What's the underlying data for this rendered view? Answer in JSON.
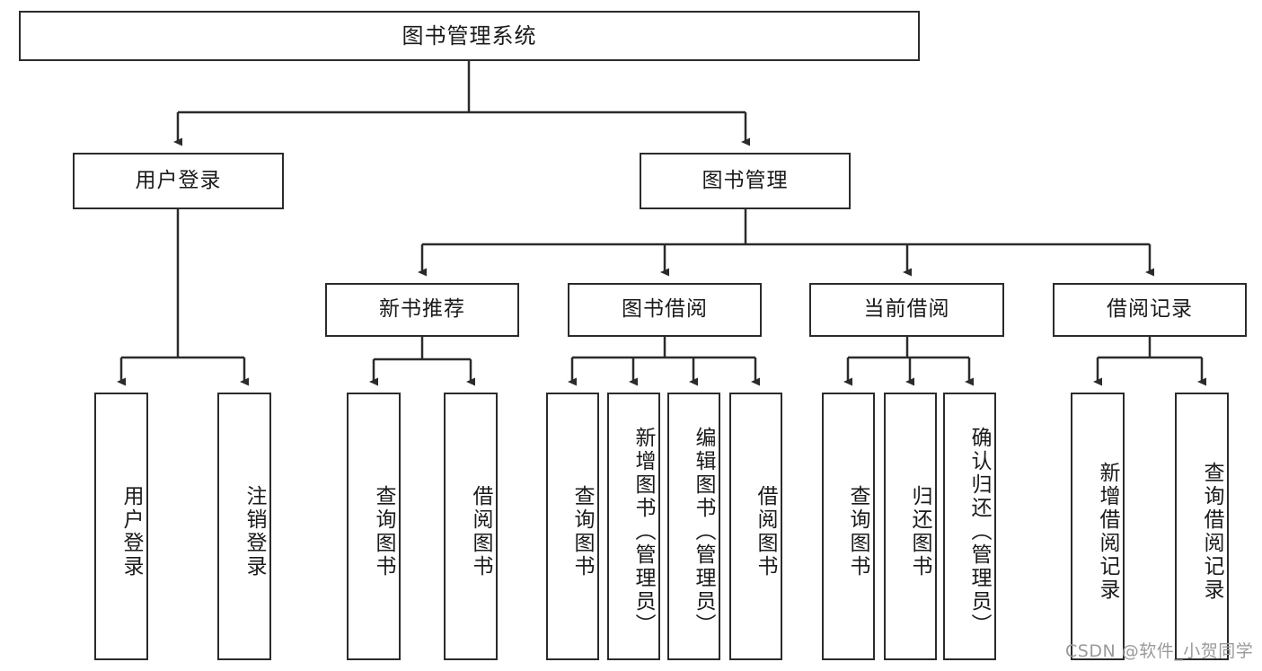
{
  "diagram": {
    "title": "图书管理系统",
    "type": "tree-hierarchy",
    "root": {
      "id": "root",
      "label": "图书管理系统"
    },
    "level1": [
      {
        "id": "user-login",
        "label": "用户登录"
      },
      {
        "id": "book-management",
        "label": "图书管理"
      }
    ],
    "level2": [
      {
        "id": "new-book-recommend",
        "label": "新书推荐",
        "parent": "book-management"
      },
      {
        "id": "book-borrow",
        "label": "图书借阅",
        "parent": "book-management"
      },
      {
        "id": "current-borrow",
        "label": "当前借阅",
        "parent": "book-management"
      },
      {
        "id": "borrow-record",
        "label": "借阅记录",
        "parent": "book-management"
      }
    ],
    "leaves": {
      "user_login": [
        {
          "id": "leaf-user-login",
          "label": "用户登录"
        },
        {
          "id": "leaf-logout-login",
          "label": "注销登录"
        }
      ],
      "new_book_recommend": [
        {
          "id": "leaf-query-book-1",
          "label": "查询图书"
        },
        {
          "id": "leaf-borrow-book-1",
          "label": "借阅图书"
        }
      ],
      "book_borrow": [
        {
          "id": "leaf-query-book-2",
          "label": "查询图书"
        },
        {
          "id": "leaf-add-book",
          "label": "新增图书（管理员）"
        },
        {
          "id": "leaf-edit-book",
          "label": "编辑图书（管理员）"
        },
        {
          "id": "leaf-borrow-book-2",
          "label": "借阅图书"
        }
      ],
      "current_borrow": [
        {
          "id": "leaf-query-book-3",
          "label": "查询图书"
        },
        {
          "id": "leaf-return-book",
          "label": "归还图书"
        },
        {
          "id": "leaf-confirm-return",
          "label": "确认归还（管理员）"
        }
      ],
      "borrow_record": [
        {
          "id": "leaf-add-record",
          "label": "新增借阅记录"
        },
        {
          "id": "leaf-query-record",
          "label": "查询借阅记录"
        }
      ]
    }
  },
  "watermark": {
    "text": "CSDN @软件_小贺同学"
  },
  "colors": {
    "stroke": "#2b2b2b",
    "background": "#ffffff",
    "text": "#1a1a1a",
    "watermark": "#9a9a9a"
  }
}
